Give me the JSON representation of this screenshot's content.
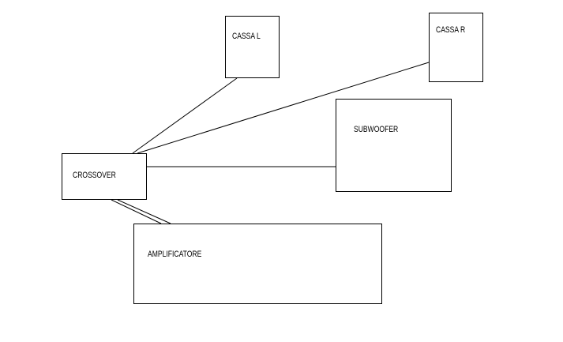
{
  "diagram": {
    "colors": {
      "stroke": "#000000",
      "background": "#ffffff"
    },
    "nodes": [
      {
        "id": "cassa-l",
        "label": "CASSA L"
      },
      {
        "id": "cassa-r",
        "label": "CASSA R"
      },
      {
        "id": "subwoofer",
        "label": "SUBWOOFER"
      },
      {
        "id": "crossover",
        "label": "CROSSOVER"
      },
      {
        "id": "amplificatore",
        "label": "AMPLIFICATORE"
      }
    ],
    "edges": [
      {
        "from": "crossover",
        "to": "cassa-l"
      },
      {
        "from": "crossover",
        "to": "cassa-r"
      },
      {
        "from": "crossover",
        "to": "subwoofer"
      },
      {
        "from": "crossover",
        "to": "amplificatore",
        "style": "double"
      }
    ]
  }
}
